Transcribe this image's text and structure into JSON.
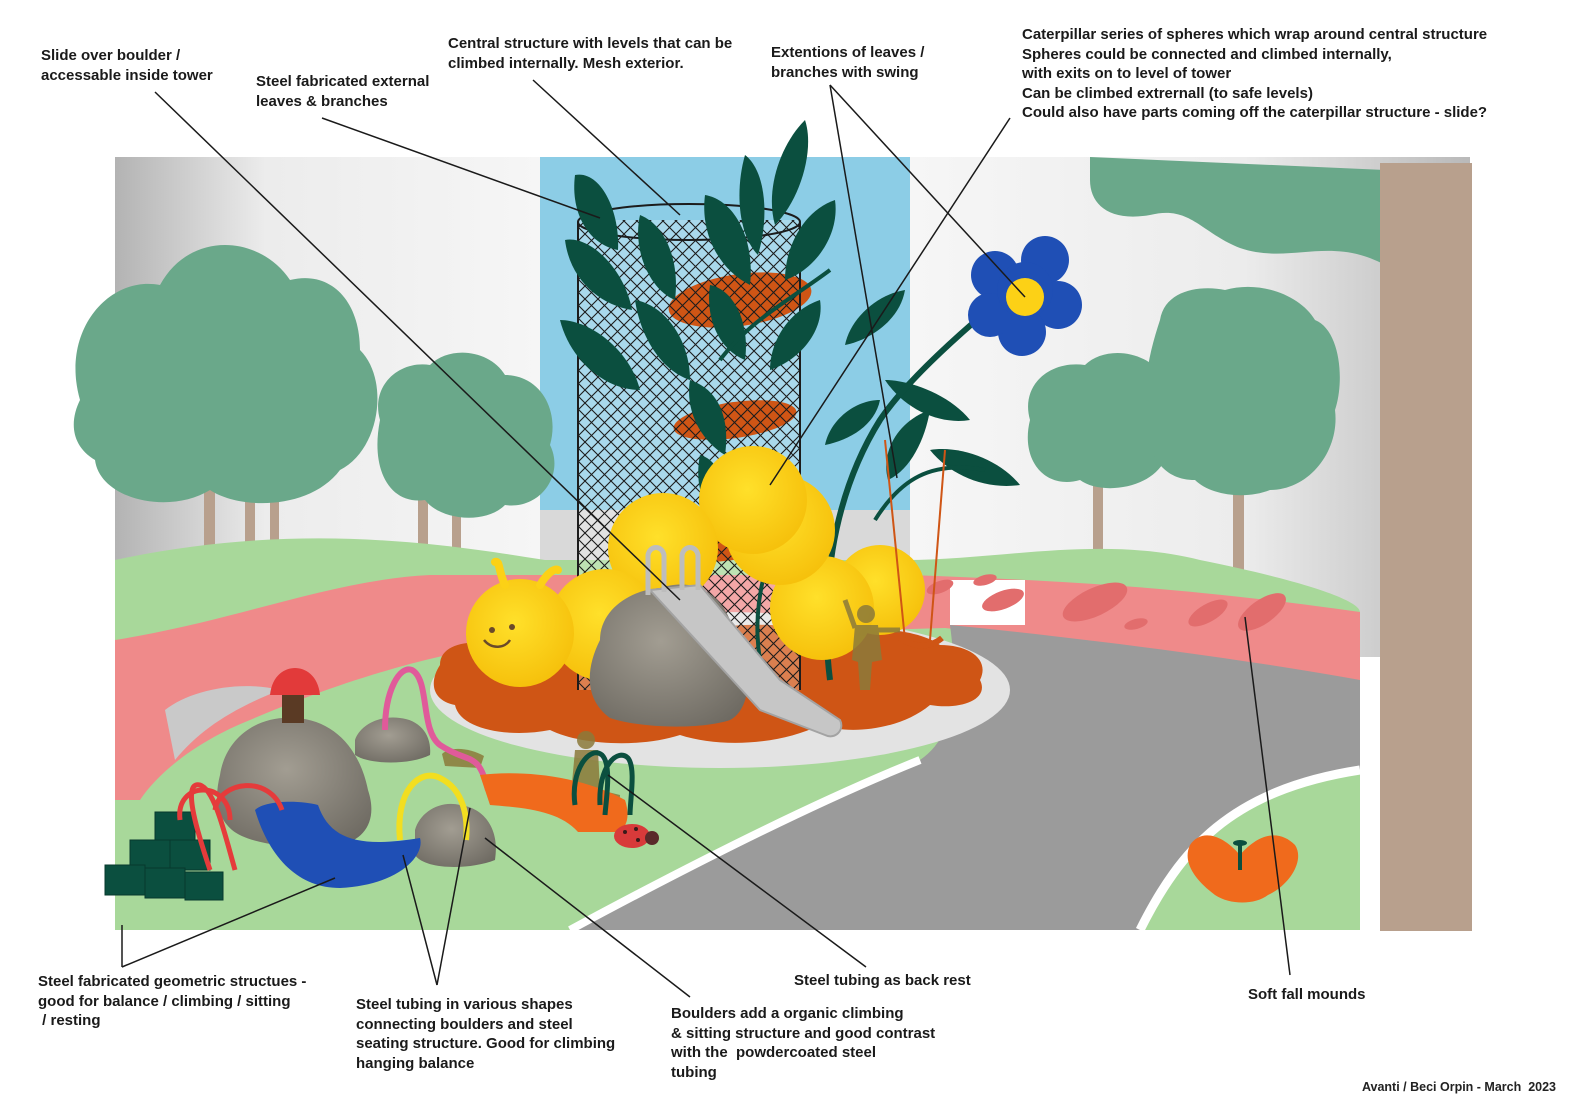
{
  "annotations": {
    "slide": [
      "Slide over boulder /",
      "accessable inside tower"
    ],
    "leaves": [
      "Steel fabricated external",
      "leaves & branches"
    ],
    "central": [
      "Central structure with levels that can be",
      "climbed internally. Mesh exterior."
    ],
    "extensions": [
      "Extentions of leaves /",
      "branches with swing"
    ],
    "caterpillar": [
      "Caterpillar series of spheres which  wrap around central structure",
      "Spheres could be connected and climbed internally,",
      "with exits on to level of tower",
      "Can be climbed extrernall (to safe levels)",
      "Could also have parts coming off the caterpillar structure - slide?"
    ],
    "geometric": [
      "Steel fabricated geometric structues -",
      "good for balance / climbing / sitting",
      " / resting"
    ],
    "tubing": [
      "Steel tubing in various shapes",
      "connecting boulders and steel",
      "seating structure. Good for climbing",
      "hanging balance"
    ],
    "boulders": [
      "Boulders add a organic climbing",
      "& sitting structure and good contrast",
      "with the  powdercoated steel",
      "tubing"
    ],
    "backrest": [
      "Steel tubing as back rest"
    ],
    "softfall": [
      "Soft fall mounds"
    ]
  },
  "credit": "Avanti / Beci Orpin - March  2023",
  "colors": {
    "tree": "#6aa88a",
    "trunk": "#b8a08d",
    "path": "#ef8a8a",
    "grass": "#a8d89a",
    "road": "#9b9b9b",
    "sky": "#8ccde6",
    "leaf": "#0b4f3f",
    "sphere": "#fcd116",
    "mulch": "#cf5515",
    "flower": "#1f4fb5",
    "rock": "#8f8a80"
  }
}
